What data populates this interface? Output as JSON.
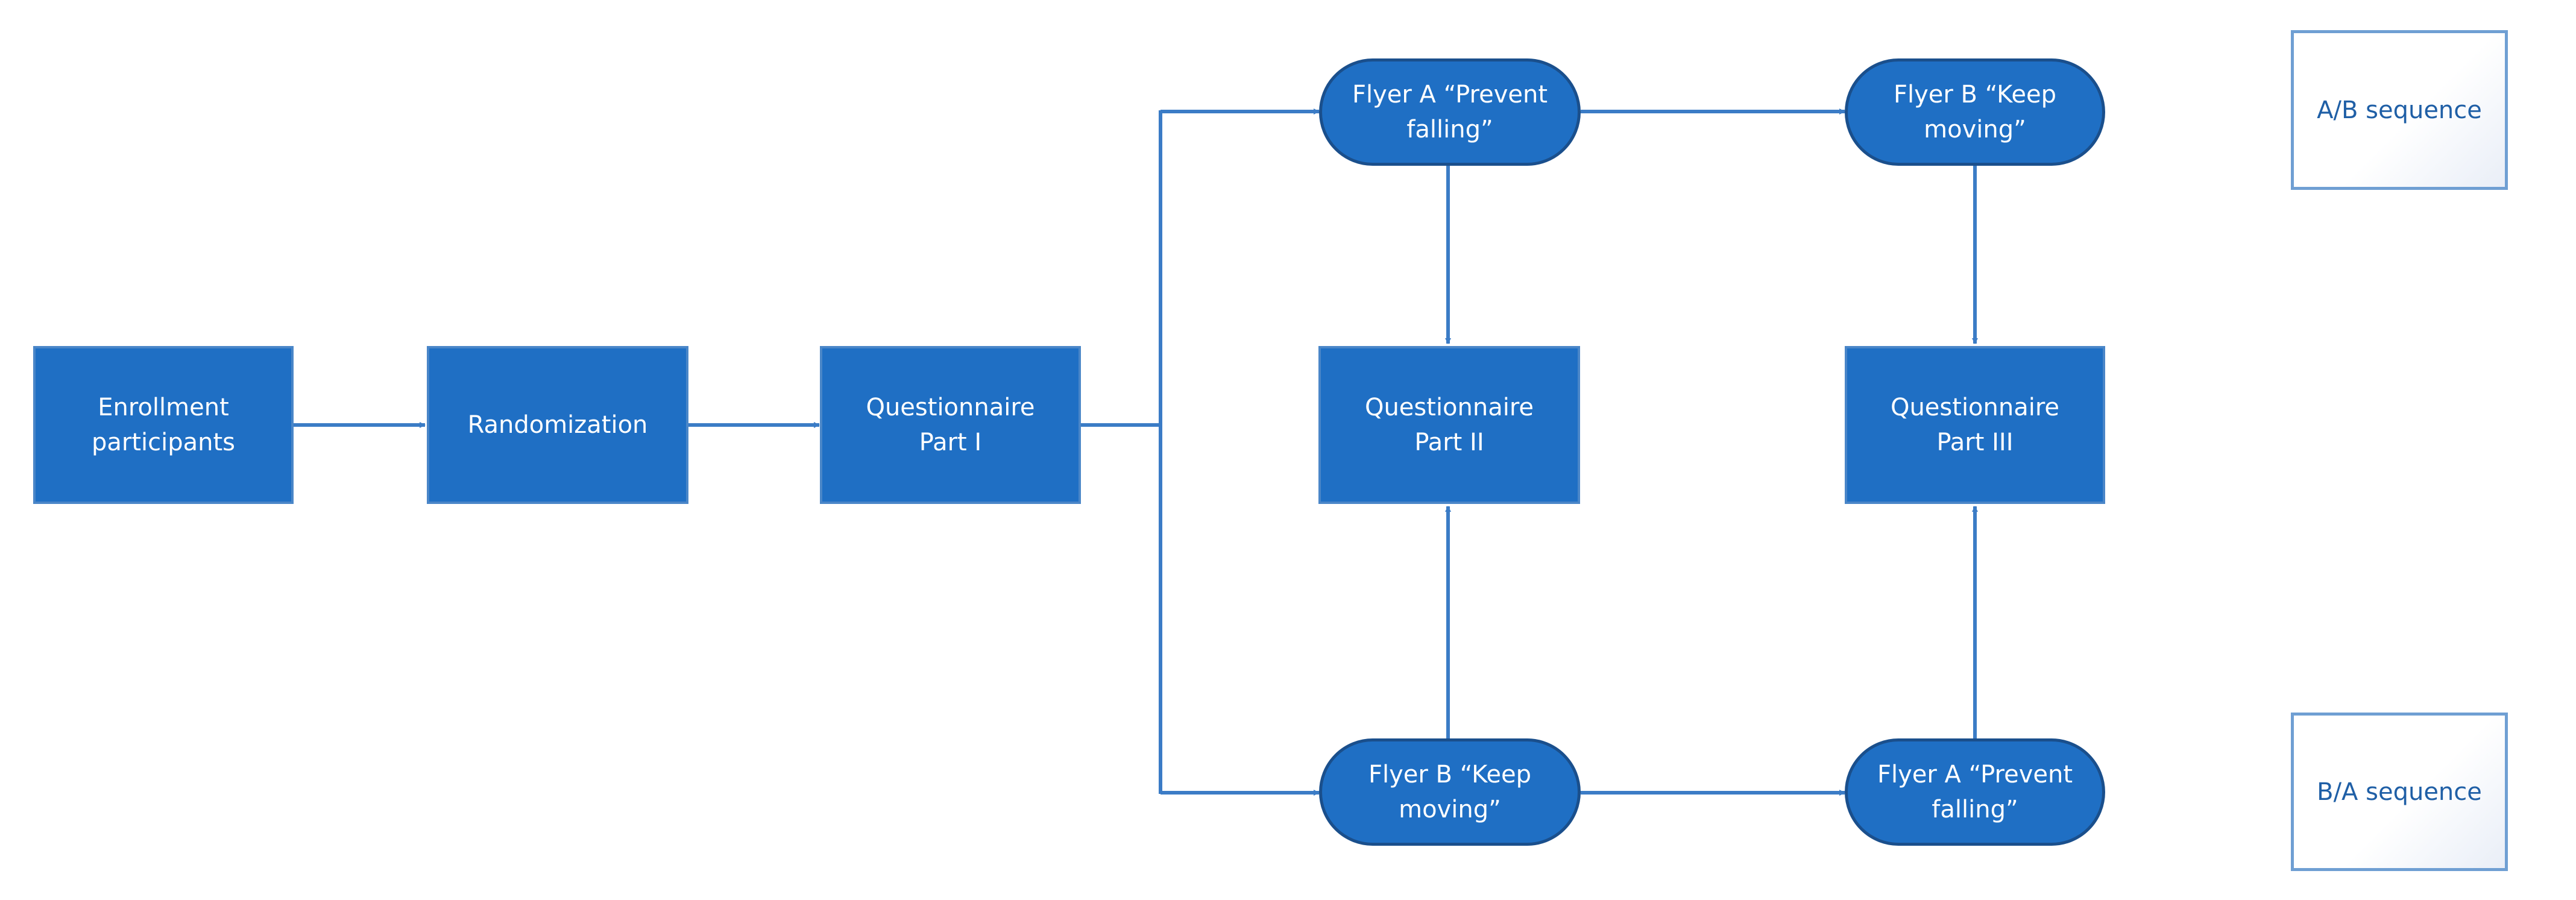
{
  "colors": {
    "node_fill": "#1f6fc4",
    "node_text": "#ffffff",
    "pill_border": "#1a4f8c",
    "rect_border": "#4a86c8",
    "connector": "#3b7cc6",
    "sequence_text": "#1f5fa6",
    "sequence_border": "#6f9fd3"
  },
  "nodes": {
    "enrollment": [
      "Enrollment",
      "participants"
    ],
    "randomization": [
      "Randomization"
    ],
    "questionnaire_1": [
      "Questionnaire",
      "Part I"
    ],
    "questionnaire_2": [
      "Questionnaire",
      "Part II"
    ],
    "questionnaire_3": [
      "Questionnaire",
      "Part III"
    ],
    "flyer_a_top": [
      "Flyer A “Prevent",
      "falling”"
    ],
    "flyer_b_top": [
      "Flyer B “Keep",
      "moving”"
    ],
    "flyer_b_bottom": [
      "Flyer B “Keep",
      "moving”"
    ],
    "flyer_a_bottom": [
      "Flyer A “Prevent",
      "falling”"
    ]
  },
  "sequences": {
    "ab": "A/B sequence",
    "ba": "B/A sequence"
  }
}
